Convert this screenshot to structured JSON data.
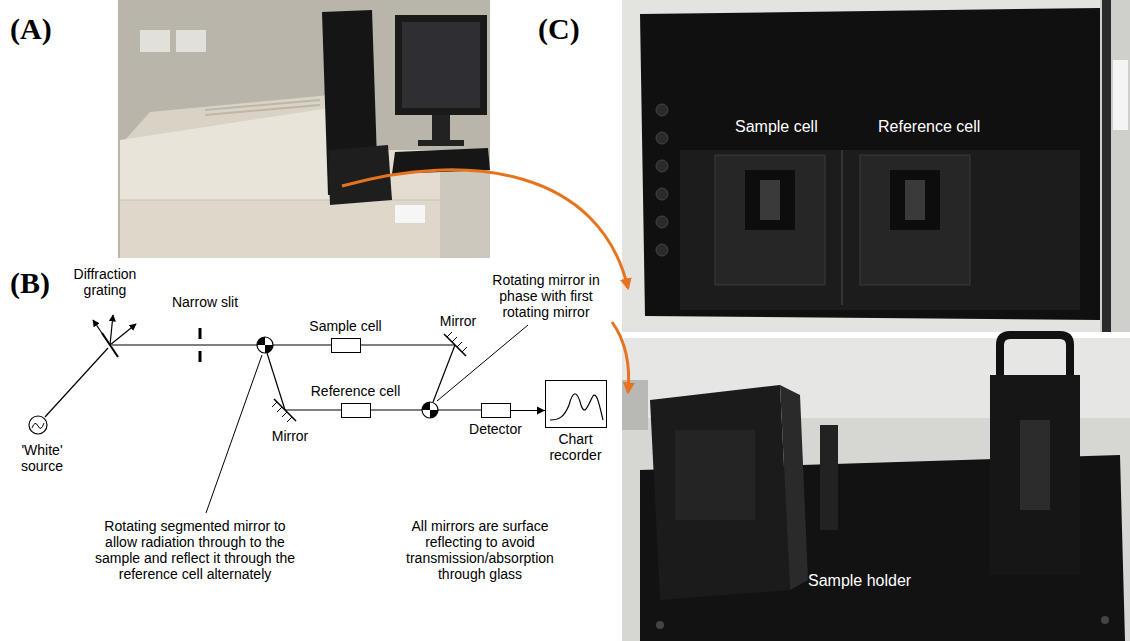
{
  "diagram": {
    "nodes": [
      {
        "text": [
          "Sample cell"
        ]
      },
      {
        "text": [
          "Reference cell"
        ]
      },
      {
        "text": [
          "Detector"
        ]
      },
      {
        "text": [
          "Chart recorder"
        ]
      }
    ],
    "edges": [
      {
        "from": 2,
        "to": 3,
        "arrow": "to"
      }
    ],
    "labels": [
      "(A)",
      "(B)",
      "(C)",
      "Diffraction grating",
      "Narrow slit",
      "Mirror",
      "Rotating mirror in phase with first rotating mirror",
      "'White' source",
      "Mirror",
      "Rotating segmented mirror to allow radiation through to the sample and reflect it through the reference cell alternately",
      "All mirrors are surface reflecting to avoid transmission/absorption through glass",
      "Sample cell",
      "Reference cell",
      "Sample holder"
    ]
  }
}
